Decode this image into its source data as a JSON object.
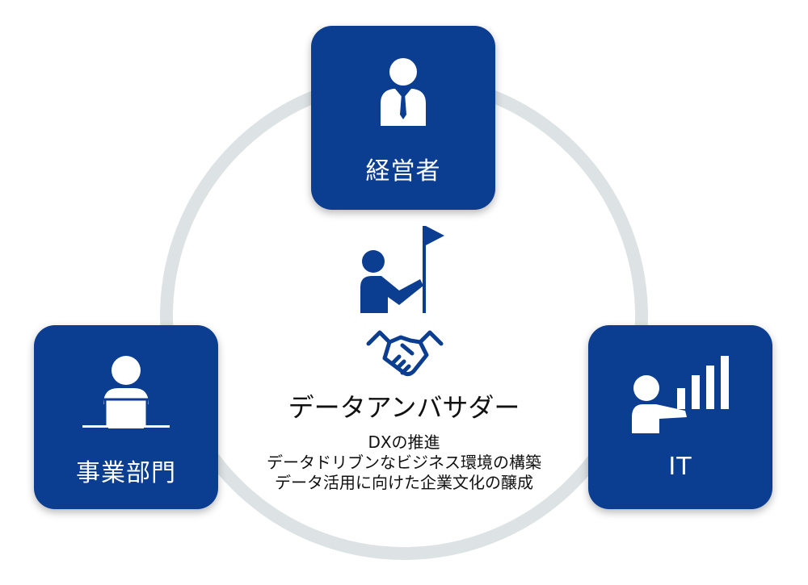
{
  "colors": {
    "node_fill": "#0b3d91",
    "ring": "#dde3e4",
    "text_dark": "#111111",
    "icon_blue": "#0b3d91"
  },
  "nodes": {
    "executive": {
      "label": "経営者",
      "icon": "business-person-icon"
    },
    "business": {
      "label": "事業部門",
      "icon": "person-at-laptop-icon"
    },
    "it": {
      "label": "IT",
      "icon": "presenter-bar-chart-icon"
    }
  },
  "center": {
    "icons": [
      "person-with-flag-icon",
      "handshake-icon"
    ],
    "title": "データアンバサダー",
    "lines": [
      "DXの推進",
      "データドリブンなビジネス環境の構築",
      "データ活用に向けた企業文化の醸成"
    ]
  }
}
